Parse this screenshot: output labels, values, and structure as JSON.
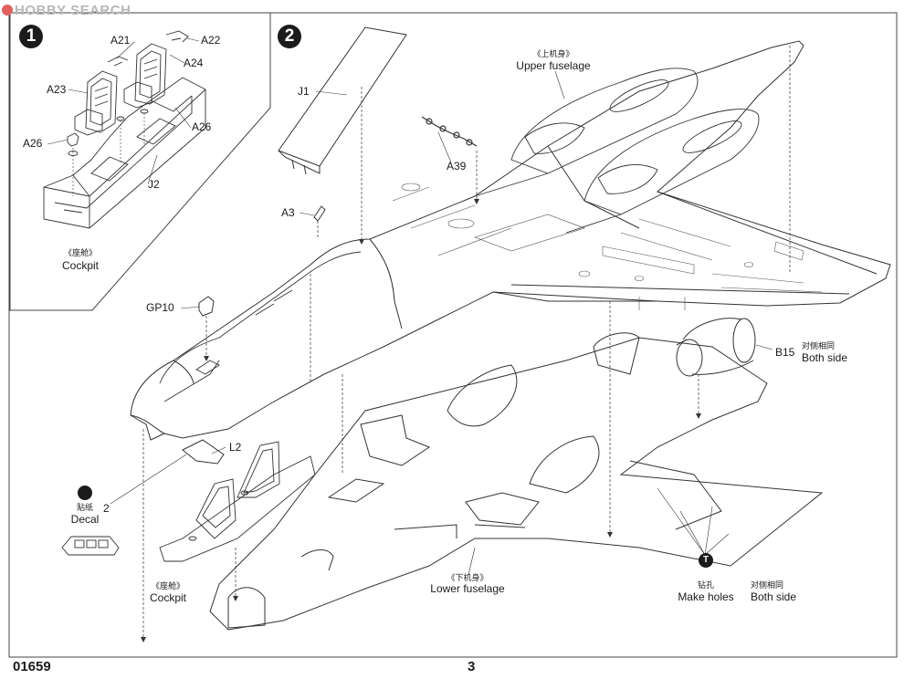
{
  "watermark": "HOBBY SEARCH",
  "product_code": "01659",
  "page_number": "3",
  "step1": {
    "number": "1",
    "parts": {
      "a21": "A21",
      "a22": "A22",
      "a24": "A24",
      "a23": "A23",
      "a26_left": "A26",
      "a26_right": "A26",
      "j2": "J2"
    },
    "cockpit_cn": "《座舱》",
    "cockpit_en": "Cockpit"
  },
  "step2": {
    "number": "2",
    "parts": {
      "j1": "J1",
      "a39": "A39",
      "a3": "A3",
      "gp10": "GP10",
      "l2": "L2",
      "b15": "B15"
    },
    "upper_fuselage_cn": "《上机身》",
    "upper_fuselage_en": "Upper fuselage",
    "b15_note_cn": "对侧相同",
    "b15_note_en": "Both side",
    "decal_cn": "贴纸",
    "decal_en": "Decal",
    "decal_number": "2",
    "cockpit_cn": "《座舱》",
    "cockpit_en": "Cockpit",
    "lower_fuselage_cn": "《下机身》",
    "lower_fuselage_en": "Lower fuselage",
    "holes_cn": "钻孔",
    "holes_en": "Make holes",
    "holes_note_cn": "对侧相同",
    "holes_note_en": "Both side",
    "holes_badge": "T"
  }
}
